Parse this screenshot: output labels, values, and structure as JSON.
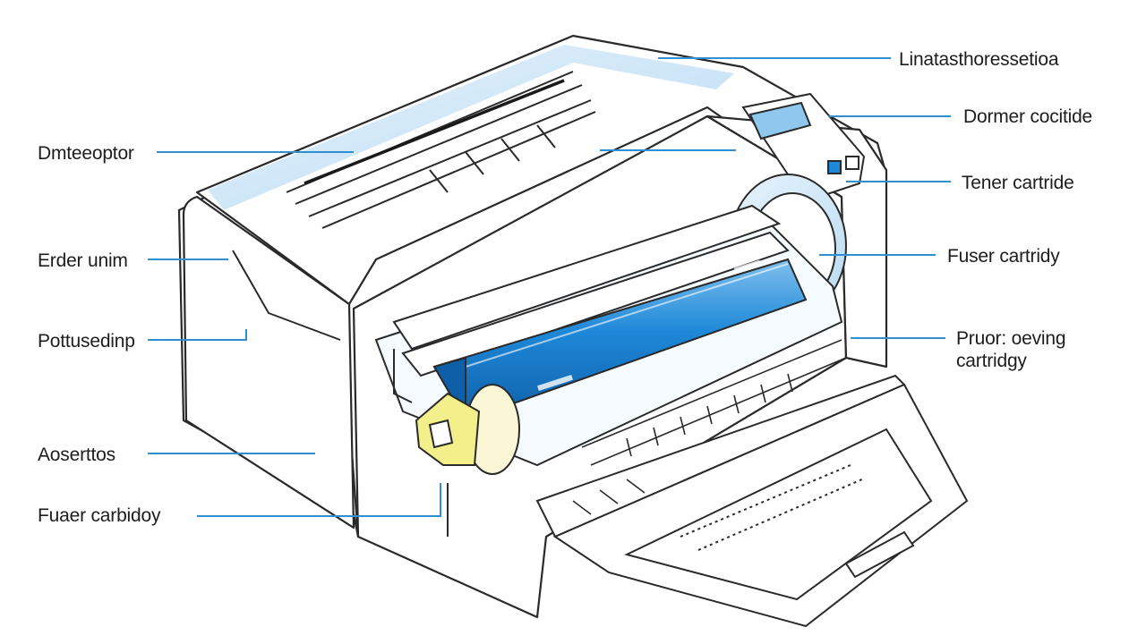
{
  "colors": {
    "accent_blue": "#1e88d8",
    "leader_line": "#2f8fd0",
    "outline": "#2a2a2a",
    "highlight_yellow": "#f3ef8a",
    "pale_blue": "#cfe6f7"
  },
  "labels": {
    "top_right": "Linatasthoressetioa",
    "right_2": "Dormer cocitide",
    "right_3": "Tener cartride",
    "right_4": "Fuser cartridy",
    "right_5": "Pruor: oeving cartridgy",
    "left_1": "Dmteeoptor",
    "left_2": "Erder unim",
    "left_3": "Pottusedinp",
    "left_4": "Aoserttos",
    "left_5": "Fuaer carbidoy"
  }
}
